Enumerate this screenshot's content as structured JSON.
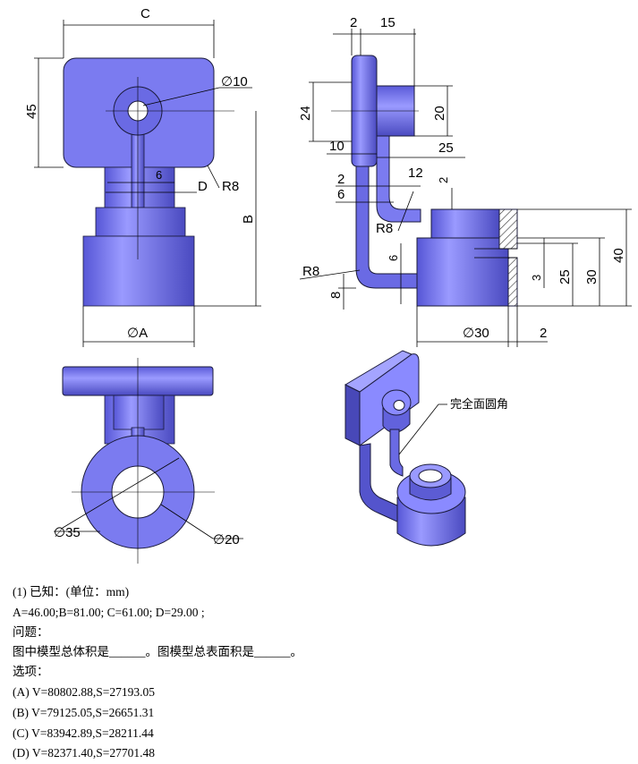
{
  "drawing": {
    "front_view": {
      "dim_c": "C",
      "dim_45": "45",
      "dim_d10": "∅10",
      "dim_6": "6",
      "dim_d": "D",
      "dim_r8": "R8",
      "dim_b": "B",
      "dim_a": "∅A"
    },
    "side_view": {
      "dim_2_top": "2",
      "dim_15": "15",
      "dim_24": "24",
      "dim_20": "20",
      "dim_10": "10",
      "dim_25": "25",
      "dim_2_mid": "2",
      "dim_12": "12",
      "dim_2_right": "2",
      "dim_6_left": "6",
      "dim_r8_mid": "R8",
      "dim_6_vert": "6",
      "dim_r8_low": "R8",
      "dim_8": "8",
      "dim_3": "3",
      "dim_25_v": "25",
      "dim_30_v": "30",
      "dim_40": "40",
      "dim_d30": "∅30",
      "dim_2_bottom": "2"
    },
    "bottom_view": {
      "dim_d35": "∅35",
      "dim_d20": "∅20"
    },
    "iso_view": {
      "label": "完全面圆角"
    },
    "colors": {
      "face": "#7b7bf0",
      "face_dark": "#5252c8",
      "face_light": "#a4a4ff",
      "edge": "#1a1a3a"
    }
  },
  "question": {
    "line1": "(1)  已知：(单位：mm)",
    "line2": "A=46.00;B=81.00; C=61.00; D=29.00 ;",
    "line3": "问题：",
    "line4": "图中模型总体积是______。图模型总表面积是______。",
    "line5": "选项：",
    "options": [
      "(A) V=80802.88,S=27193.05",
      "(B) V=79125.05,S=26651.31",
      "(C) V=83942.89,S=28211.44",
      "(D) V=82371.40,S=27701.48"
    ]
  }
}
